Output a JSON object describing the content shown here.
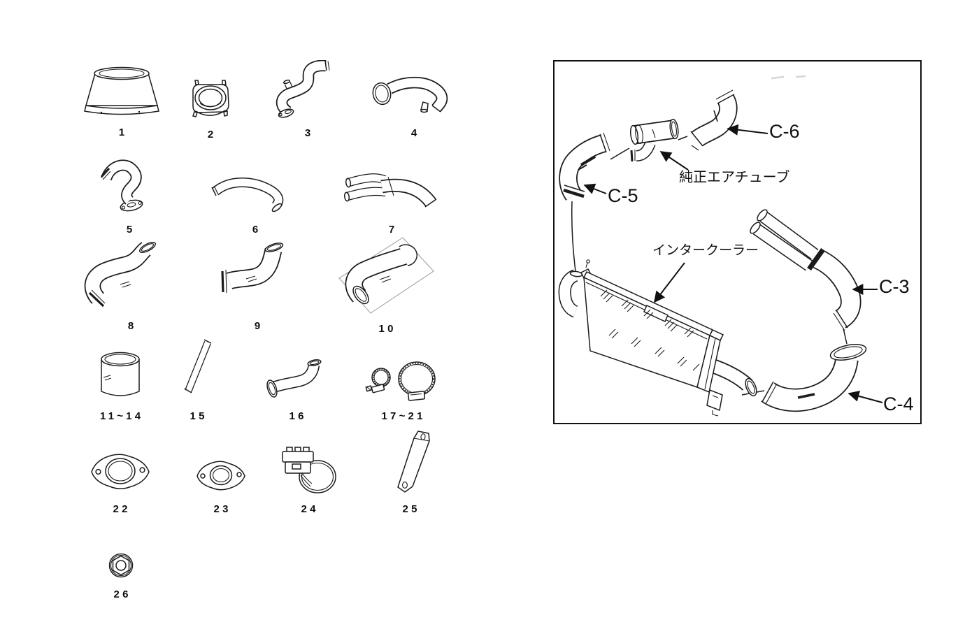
{
  "page": {
    "background": "#ffffff",
    "line_color": "#1b1b1b"
  },
  "parts": [
    {
      "number": "1"
    },
    {
      "number": "2"
    },
    {
      "number": "3"
    },
    {
      "number": "4"
    },
    {
      "number": "5"
    },
    {
      "number": "6"
    },
    {
      "number": "7"
    },
    {
      "number": "8"
    },
    {
      "number": "9"
    },
    {
      "number": "10"
    },
    {
      "number": "11~14"
    },
    {
      "number": "15"
    },
    {
      "number": "16"
    },
    {
      "number": "17~21"
    },
    {
      "number": "22"
    },
    {
      "number": "23"
    },
    {
      "number": "24"
    },
    {
      "number": "25"
    },
    {
      "number": "26"
    }
  ],
  "assembly": {
    "labels": {
      "c3": "C-3",
      "c4": "C-4",
      "c5": "C-5",
      "c6": "C-6",
      "oem_air_tube": "純正エアチューブ",
      "intercooler": "インタークーラー"
    }
  }
}
